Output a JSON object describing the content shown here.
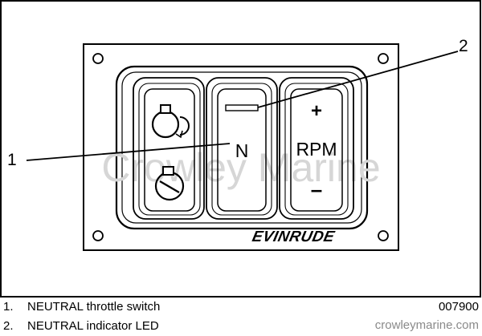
{
  "diagram": {
    "callouts": [
      {
        "number": "1",
        "label": "NEUTRAL throttle switch"
      },
      {
        "number": "2",
        "label": "NEUTRAL indicator LED"
      }
    ],
    "panel": {
      "neutral_switch_text": "N",
      "rpm_plus": "+",
      "rpm_label": "RPM",
      "rpm_minus": "–",
      "brand_logo": "EVINRUDE"
    },
    "watermark": "Crowley Marine",
    "figure_number": "007900",
    "source_url": "crowleymarine.com",
    "icons": [
      "key-switch-start-icon",
      "key-switch-stop-icon"
    ]
  }
}
